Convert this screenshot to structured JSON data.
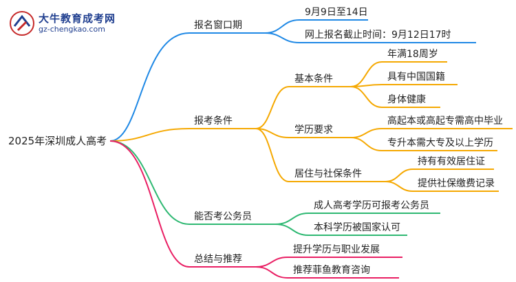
{
  "logo": {
    "title": "大牛教育成考网",
    "url": "gz-chengkao.com"
  },
  "root": "2025年深圳成人高考",
  "branches": [
    {
      "label": "报名窗口期",
      "color": "#1e88e5",
      "children": [
        {
          "label": "9月9日至14日"
        },
        {
          "label": "网上报名截止时间：9月12日17时"
        }
      ]
    },
    {
      "label": "报考条件",
      "color": "#f5a800",
      "children": [
        {
          "label": "基本条件",
          "children": [
            {
              "label": "年满18周岁"
            },
            {
              "label": "具有中国国籍"
            },
            {
              "label": "身体健康"
            }
          ]
        },
        {
          "label": "学历要求",
          "children": [
            {
              "label": "高起本或高起专需高中毕业"
            },
            {
              "label": "专升本需大专及以上学历"
            }
          ]
        },
        {
          "label": "居住与社保条件",
          "children": [
            {
              "label": "持有有效居住证"
            },
            {
              "label": "提供社保缴费记录"
            }
          ]
        }
      ]
    },
    {
      "label": "能否考公务员",
      "color": "#2eb872",
      "children": [
        {
          "label": "成人高考学历可报考公务员"
        },
        {
          "label": "本科学历被国家认可"
        }
      ]
    },
    {
      "label": "总结与推荐",
      "color": "#e91e63",
      "children": [
        {
          "label": "提升学历与职业发展"
        },
        {
          "label": "推荐菲鱼教育咨询"
        }
      ]
    }
  ]
}
